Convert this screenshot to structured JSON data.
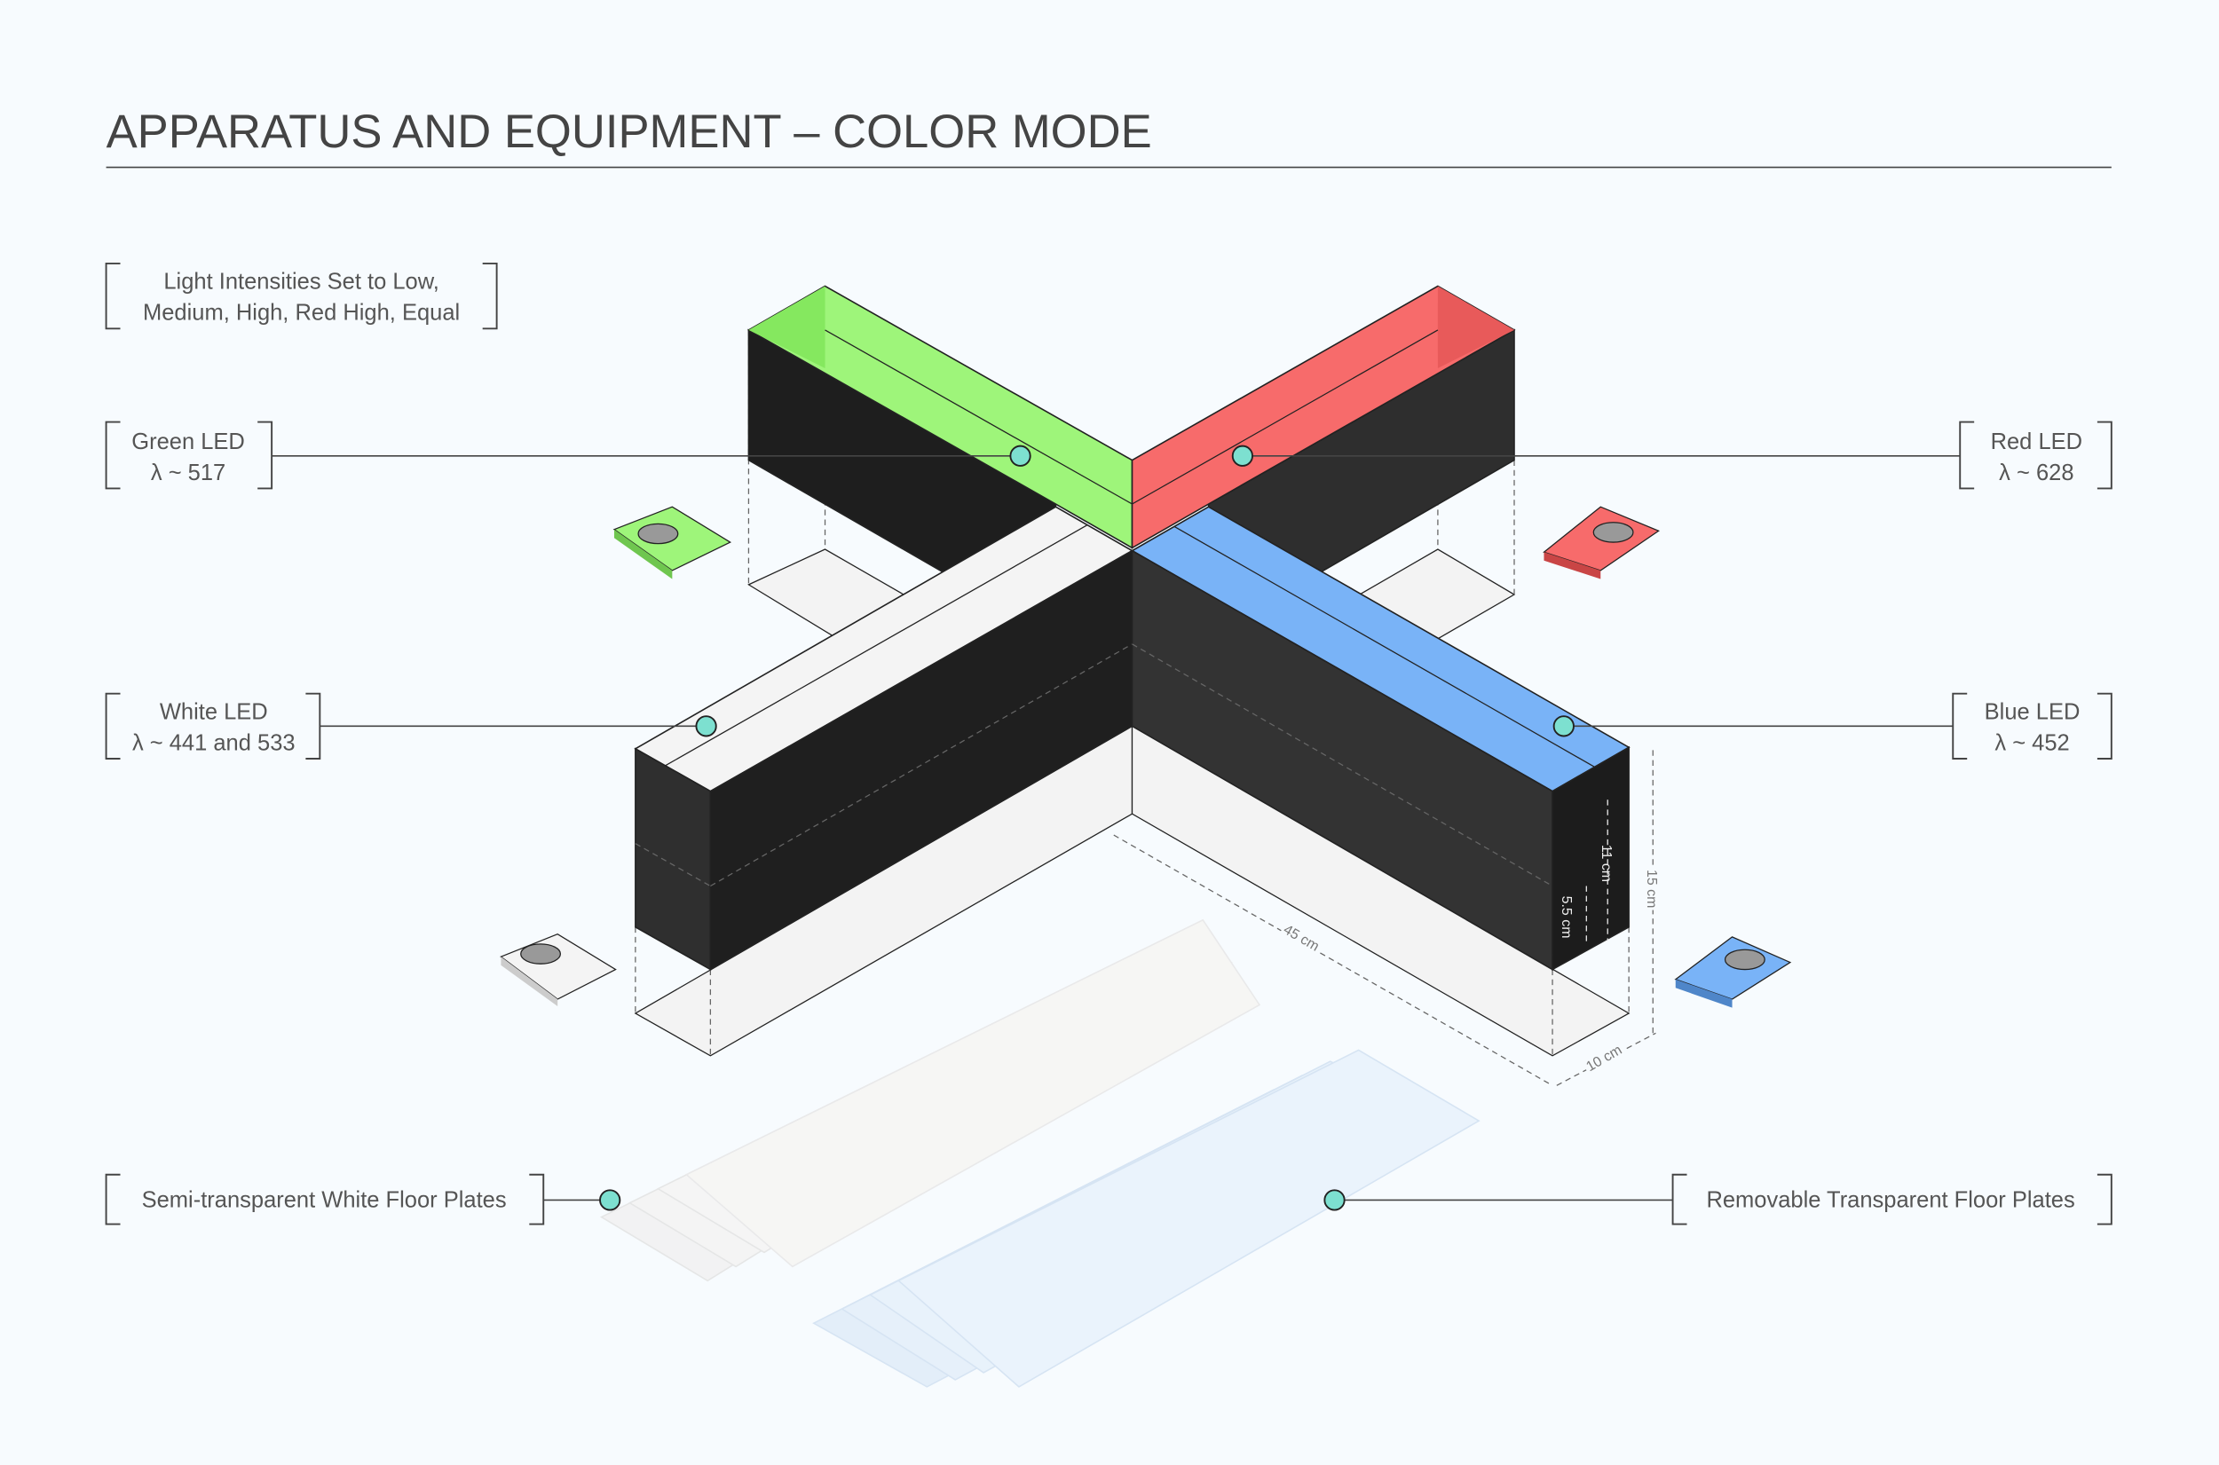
{
  "title": "APPARATUS AND EQUIPMENT – COLOR MODE",
  "intensity_note": {
    "line1": "Light Intensities Set to Low,",
    "line2": "Medium, High, Red High, Equal"
  },
  "leds": [
    {
      "name": "Green LED",
      "wavelength": "λ ~ 517",
      "color": "#9ef57a"
    },
    {
      "name": "Red LED",
      "wavelength": "λ ~ 628",
      "color": "#f76b6b"
    },
    {
      "name": "White LED",
      "wavelength": "λ ~ 441 and 533",
      "color": "#f4f4f4"
    },
    {
      "name": "Blue LED",
      "wavelength": "λ ~ 452",
      "color": "#79b3f7"
    }
  ],
  "floor_plates": {
    "white": "Semi-transparent White Floor Plates",
    "transparent": "Removable Transparent Floor Plates"
  },
  "dimensions": {
    "length": "45 cm",
    "width": "10 cm",
    "height": "15 cm",
    "inner_height": "11 cm",
    "led_height": "5.5 cm"
  }
}
